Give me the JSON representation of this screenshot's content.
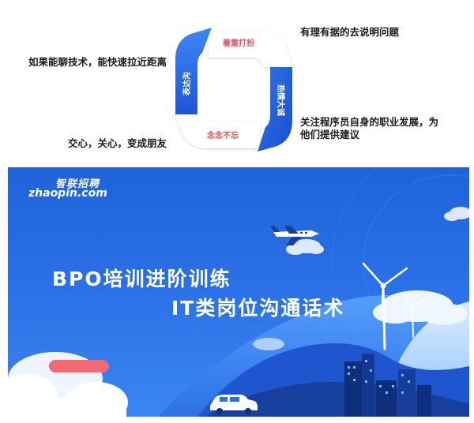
{
  "cycle": {
    "segments": [
      {
        "label": "着重打扮"
      },
      {
        "label": "热情大诚"
      },
      {
        "label": "念念不忘"
      },
      {
        "label": "表达沟"
      }
    ]
  },
  "notes": {
    "top_right": "有理有据的去说明问题",
    "left_upper": "如果能聊技术，能快速拉近距离",
    "right_line1": "关注程序员自身的职业发展，为",
    "right_line2": "他们提供建议",
    "left_lower": "交心，关心，变成朋友"
  },
  "banner": {
    "logo_cn": "智联招聘",
    "logo_en": "zhaopin.com",
    "title_line1": "BPO培训进阶训练",
    "title_line2": "IT类岗位沟通话术"
  },
  "colors": {
    "cycle_blue": "#2b6ee8",
    "cycle_red_text": "#e8505b",
    "banner_blue": "#2a6fe6",
    "pill": "#ef6a72"
  }
}
